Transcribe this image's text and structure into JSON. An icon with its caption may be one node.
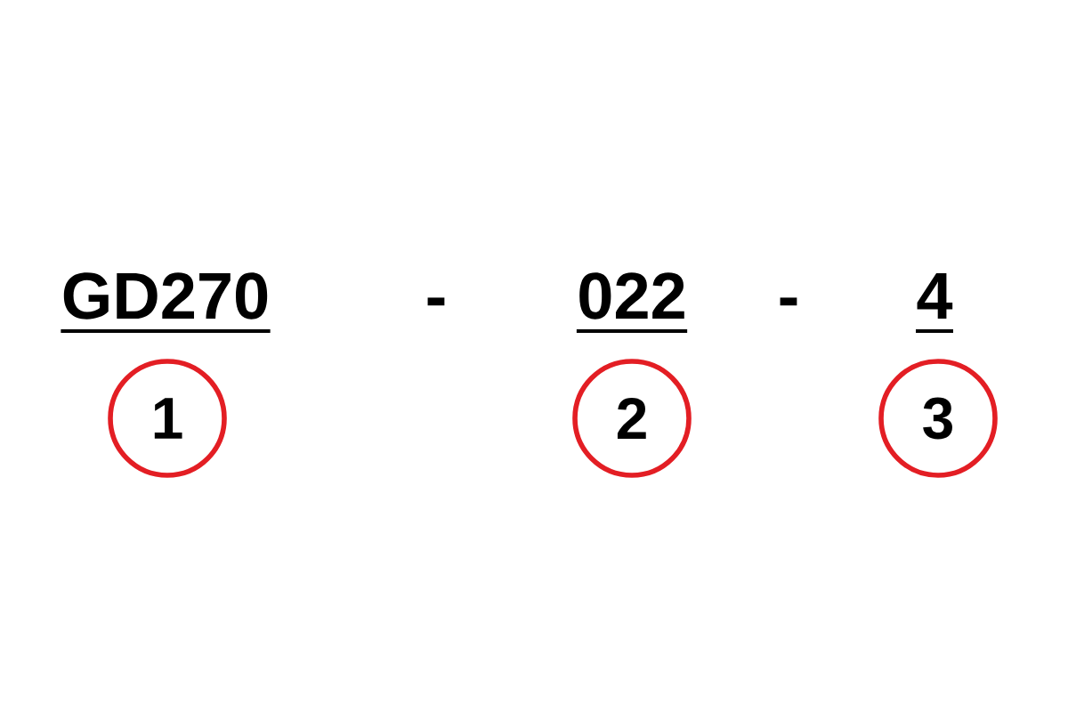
{
  "diagram": {
    "nodes": [
      {
        "text": [
          "1"
        ],
        "beside": [
          "GD270"
        ]
      },
      {
        "text": [
          "2"
        ],
        "beside": [
          "022"
        ]
      },
      {
        "text": [
          "3"
        ],
        "beside": [
          "4"
        ]
      }
    ],
    "labels": [
      "-",
      "-"
    ]
  }
}
